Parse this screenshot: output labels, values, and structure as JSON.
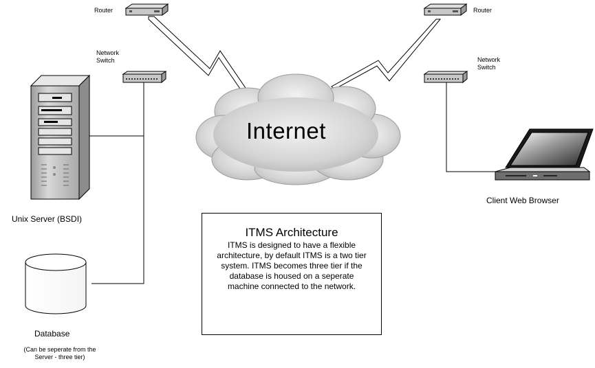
{
  "labels": {
    "router_left": "Router",
    "router_right": "Router",
    "switch_left": "Network\nSwitch",
    "switch_right": "Network\nSwitch",
    "internet": "Internet",
    "unix_server": "Unix Server (BSDI)",
    "database": "Database",
    "database_note": "(Can be seperate from the\nServer - three tier)",
    "client": "Client Web Browser"
  },
  "architecture_box": {
    "title": "ITMS Architecture",
    "body": "ITMS is designed to have a flexible architecture, by default ITMS is a two tier system. ITMS becomes three tier if the database is housed on a seperate machine connected to the network."
  },
  "colors": {
    "line": "#000000",
    "device_fill": "#c0c0c0",
    "cloud_fill": "#d9d9d9"
  }
}
